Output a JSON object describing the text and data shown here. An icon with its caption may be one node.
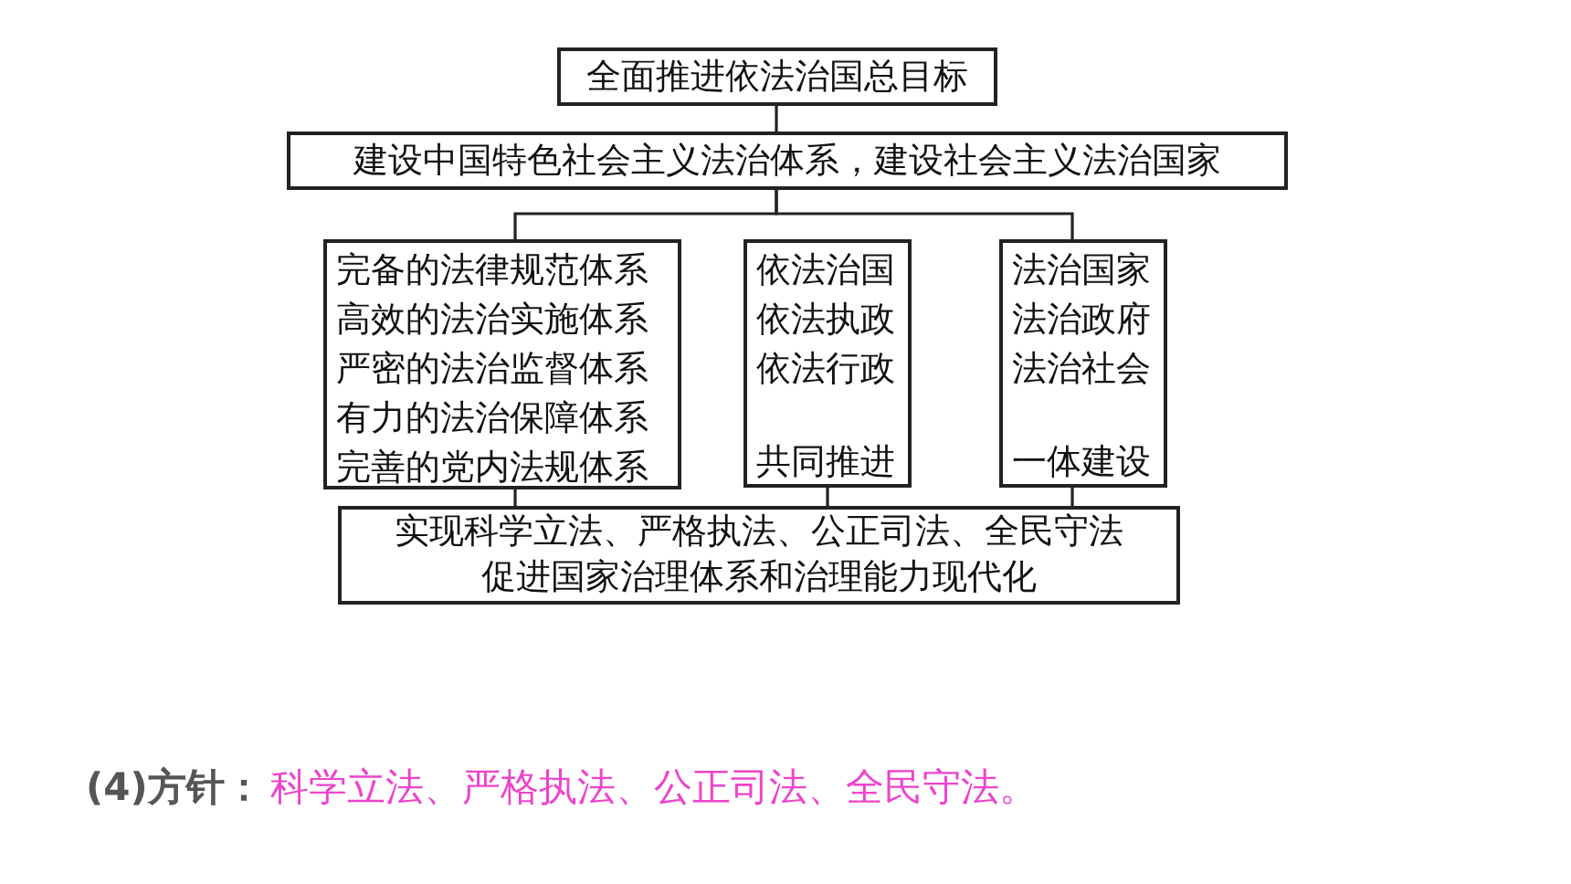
{
  "diagram": {
    "nodes": [
      {
        "text": [
          "全面推进依法治国总目标"
        ]
      },
      {
        "text": [
          "建设中国特色社会主义法治体系，建设社会主义法治国家"
        ]
      },
      {
        "text": [
          "完备的法律规范体系",
          "高效的法治实施体系",
          "严密的法治监督体系",
          "有力的法治保障体系",
          "完善的党内法规体系"
        ]
      },
      {
        "text": [
          "依法治国",
          "依法执政",
          "依法行政",
          "共同推进"
        ]
      },
      {
        "text": [
          "法治国家",
          "法治政府",
          "法治社会",
          "一体建设"
        ]
      },
      {
        "text": [
          "实现科学立法、严格执法、公正司法、全民守法",
          "促进国家治理体系和治理能力现代化"
        ]
      }
    ],
    "edges": [
      {
        "from": 0,
        "to": 1,
        "arrow": "none"
      },
      {
        "from": 1,
        "to": 2,
        "arrow": "none"
      },
      {
        "from": 1,
        "to": 4,
        "arrow": "none"
      },
      {
        "from": 2,
        "to": 5,
        "arrow": "none"
      },
      {
        "from": 3,
        "to": 5,
        "arrow": "none"
      },
      {
        "from": 4,
        "to": 5,
        "arrow": "none"
      }
    ],
    "labels": [
      "(4)方针：",
      "科学立法、严格执法、公正司法、全民守法。"
    ]
  }
}
